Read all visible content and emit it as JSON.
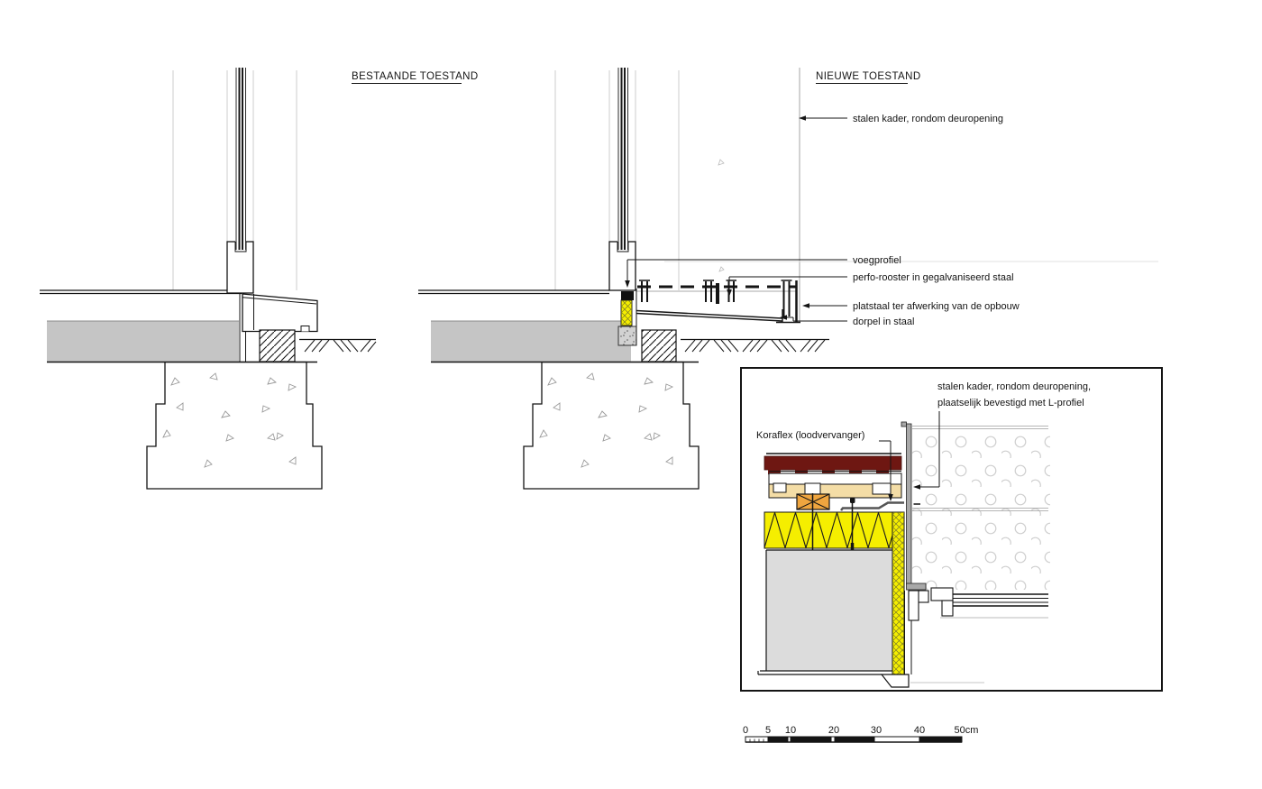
{
  "titles": {
    "existing": "BESTAANDE TOESTAND",
    "new": "NIEUWE TOESTAND"
  },
  "annotations": {
    "kader": "stalen kader, rondom deuropening",
    "voegprofiel": "voegprofiel",
    "perfo": "perfo-rooster in gegalvaniseerd staal",
    "platstaal": "platstaal ter afwerking van de opbouw",
    "dorpel": "dorpel in staal"
  },
  "detail": {
    "kader_label_line1": "stalen kader, rondom deuropening,",
    "kader_label_line2": "plaatselijk bevestigd met L-profiel",
    "koraflex_label": "Koraflex (loodvervanger)"
  },
  "scalebar": {
    "labels": [
      "0",
      "5",
      "10",
      "20",
      "30",
      "40",
      "50cm"
    ]
  },
  "colors": {
    "tile_red": "#6e1712",
    "plank_tan": "#f4dda6",
    "batten_orange": "#efa53f",
    "insulation_yellow": "#f5ee00",
    "slab_gray": "#c5c5c5",
    "concrete_gray": "#dcdcdc",
    "steel_gray": "#a8a8a8"
  }
}
